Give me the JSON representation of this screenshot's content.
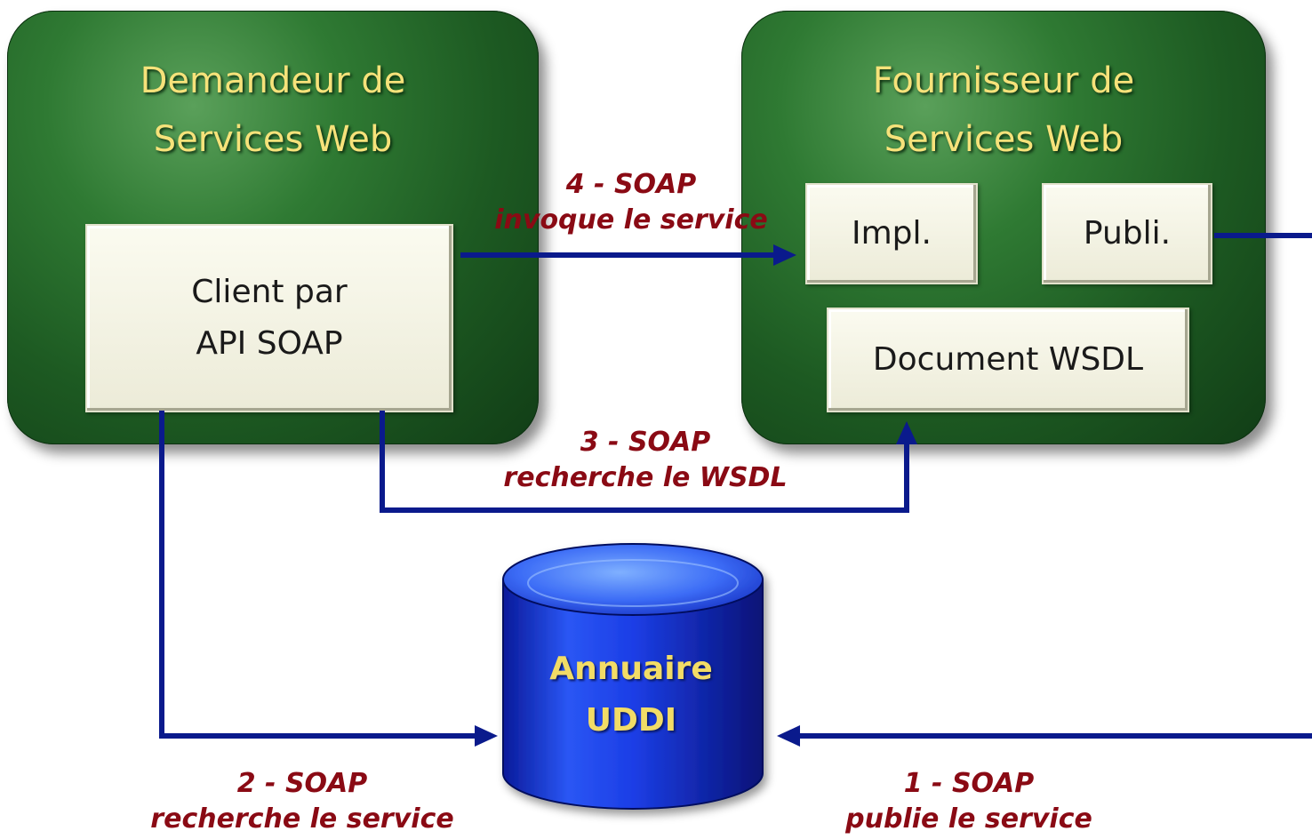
{
  "requester": {
    "title_line1": "Demandeur de",
    "title_line2": "Services Web",
    "client_line1": "Client par",
    "client_line2": "API SOAP"
  },
  "provider": {
    "title_line1": "Fournisseur de",
    "title_line2": "Services Web",
    "impl_label": "Impl.",
    "publi_label": "Publi.",
    "wsdl_label": "Document WSDL"
  },
  "registry": {
    "line1": "Annuaire",
    "line2": "UDDI"
  },
  "steps": [
    {
      "number": "4 - SOAP",
      "action": "invoque le service"
    },
    {
      "number": "3 - SOAP",
      "action": "recherche le WSDL"
    },
    {
      "number": "2 - SOAP",
      "action": "recherche le service"
    },
    {
      "number": "1 - SOAP",
      "action": "publie le service"
    }
  ],
  "colors": {
    "panel_green": "#1d5a22",
    "title_yellow": "#f6e27a",
    "arrow_blue": "#0a1a8c",
    "label_red": "#8a0a14",
    "db_blue": "#1638e0"
  }
}
